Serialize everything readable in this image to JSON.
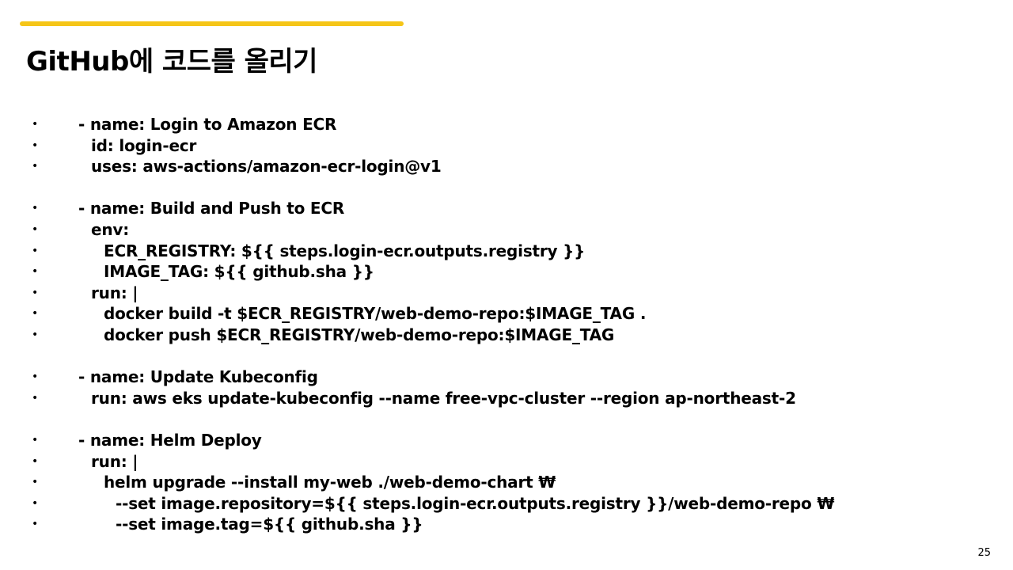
{
  "slide": {
    "accent_color": "#F5C518",
    "title": "GitHub에 코드를 올리기",
    "bullet_symbol": "•",
    "lines": [
      {
        "indent": 0,
        "text": "- name: Login to Amazon ECR"
      },
      {
        "indent": 1,
        "text": "id: login-ecr"
      },
      {
        "indent": 1,
        "text": "uses: aws-actions/amazon-ecr-login@v1"
      },
      {
        "blank": true
      },
      {
        "indent": 0,
        "text": "- name: Build and Push to ECR"
      },
      {
        "indent": 1,
        "text": "env:"
      },
      {
        "indent": 2,
        "text": "ECR_REGISTRY: ${{ steps.login-ecr.outputs.registry }}"
      },
      {
        "indent": 2,
        "text": "IMAGE_TAG: ${{ github.sha }}"
      },
      {
        "indent": 1,
        "text": "run: |"
      },
      {
        "indent": 2,
        "text": "docker build -t $ECR_REGISTRY/web-demo-repo:$IMAGE_TAG ."
      },
      {
        "indent": 2,
        "text": "docker push $ECR_REGISTRY/web-demo-repo:$IMAGE_TAG"
      },
      {
        "blank": true
      },
      {
        "indent": 0,
        "text": "- name: Update Kubeconfig"
      },
      {
        "indent": 1,
        "text": "run: aws eks update-kubeconfig --name free-vpc-cluster --region ap-northeast-2"
      },
      {
        "blank": true
      },
      {
        "indent": 0,
        "text": "- name: Helm Deploy"
      },
      {
        "indent": 1,
        "text": "run: |"
      },
      {
        "indent": 2,
        "text": "helm upgrade --install my-web ./web-demo-chart ₩"
      },
      {
        "indent": 3,
        "text": "--set image.repository=${{ steps.login-ecr.outputs.registry }}/web-demo-repo ₩"
      },
      {
        "indent": 3,
        "text": "--set image.tag=${{ github.sha }}"
      }
    ],
    "page_number": "25"
  }
}
